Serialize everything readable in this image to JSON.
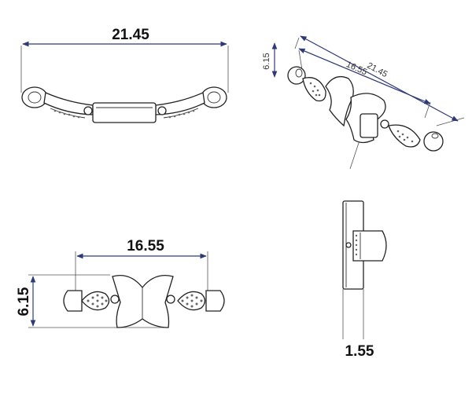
{
  "views": {
    "top": {
      "dimension": "21.45"
    },
    "isometric": {
      "dim_length": "21.45",
      "dim_span": "16.55",
      "dim_height": "6.15"
    },
    "front": {
      "dim_span": "16.55",
      "dim_height": "6.15"
    },
    "side": {
      "dim_thickness": "1.55"
    }
  },
  "colors": {
    "dimension_line": "#2e3a78",
    "part_stroke": "#222222"
  }
}
